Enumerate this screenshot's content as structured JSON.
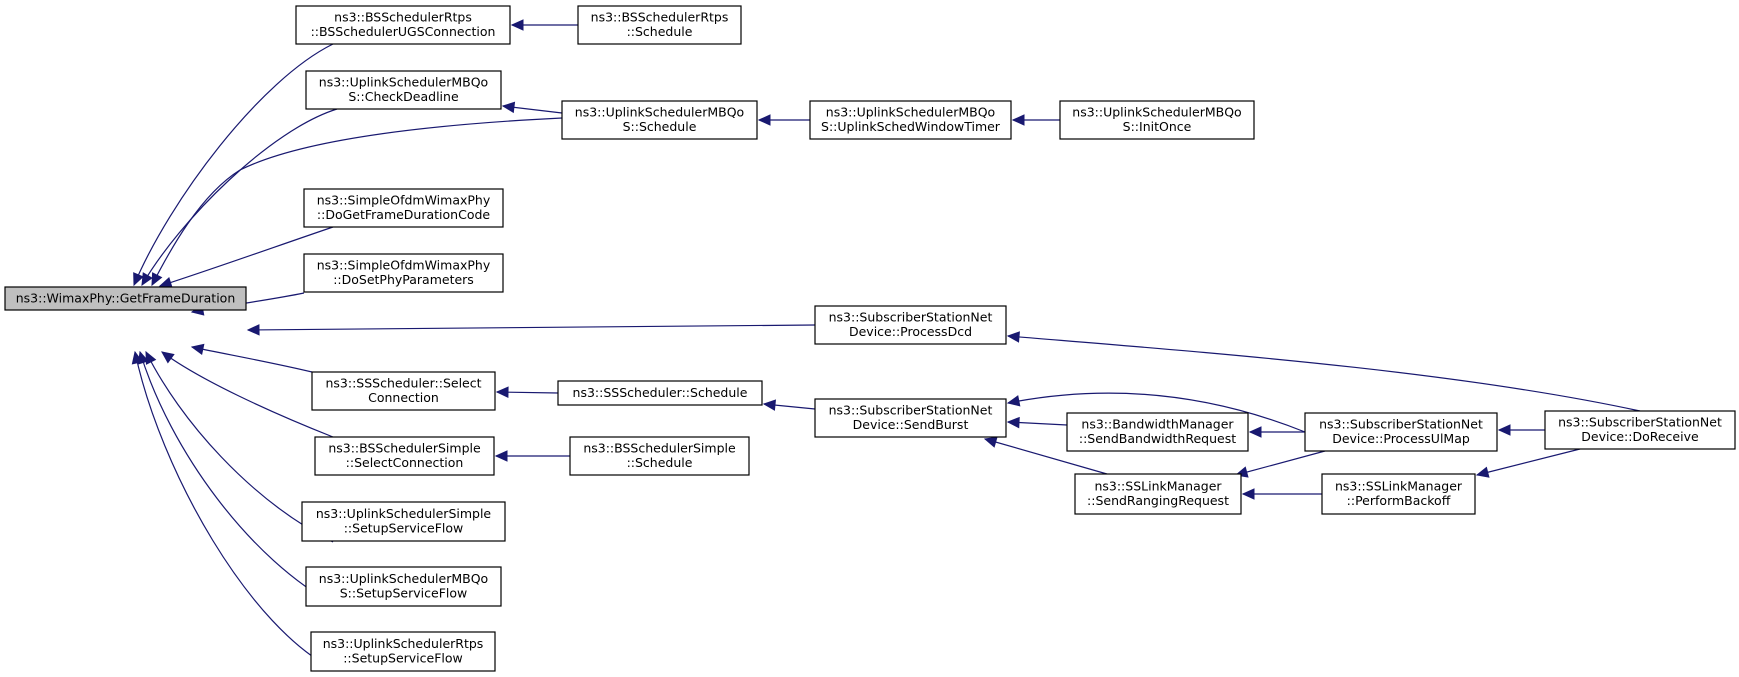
{
  "graph": {
    "nodes": [
      {
        "id": "root",
        "lines": [
          "ns3::WimaxPhy::GetFrameDuration"
        ],
        "root": true
      },
      {
        "id": "bsrtps_ugs",
        "lines": [
          "ns3::BSSchedulerRtps",
          "::BSSchedulerUGSConnection"
        ]
      },
      {
        "id": "bsrtps_sched",
        "lines": [
          "ns3::BSSchedulerRtps",
          "::Schedule"
        ]
      },
      {
        "id": "mbqos_deadline",
        "lines": [
          "ns3::UplinkSchedulerMBQo",
          "S::CheckDeadline"
        ]
      },
      {
        "id": "mbqos_sched",
        "lines": [
          "ns3::UplinkSchedulerMBQo",
          "S::Schedule"
        ]
      },
      {
        "id": "mbqos_timer",
        "lines": [
          "ns3::UplinkSchedulerMBQo",
          "S::UplinkSchedWindowTimer"
        ]
      },
      {
        "id": "mbqos_init",
        "lines": [
          "ns3::UplinkSchedulerMBQo",
          "S::InitOnce"
        ]
      },
      {
        "id": "ofdm_code",
        "lines": [
          "ns3::SimpleOfdmWimaxPhy",
          "::DoGetFrameDurationCode"
        ]
      },
      {
        "id": "ofdm_params",
        "lines": [
          "ns3::SimpleOfdmWimaxPhy",
          "::DoSetPhyParameters"
        ]
      },
      {
        "id": "ss_dcd",
        "lines": [
          "ns3::SubscriberStationNet",
          "Device::ProcessDcd"
        ]
      },
      {
        "id": "sss_select",
        "lines": [
          "ns3::SSScheduler::Select",
          "Connection"
        ]
      },
      {
        "id": "sss_sched",
        "lines": [
          "ns3::SSScheduler::Schedule"
        ]
      },
      {
        "id": "ss_burst",
        "lines": [
          "ns3::SubscriberStationNet",
          "Device::SendBurst"
        ]
      },
      {
        "id": "bw_req",
        "lines": [
          "ns3::BandwidthManager",
          "::SendBandwidthRequest"
        ]
      },
      {
        "id": "ss_ulmap",
        "lines": [
          "ns3::SubscriberStationNet",
          "Device::ProcessUlMap"
        ]
      },
      {
        "id": "ss_receive",
        "lines": [
          "ns3::SubscriberStationNet",
          "Device::DoReceive"
        ]
      },
      {
        "id": "bssimple_select",
        "lines": [
          "ns3::BSSchedulerSimple",
          "::SelectConnection"
        ]
      },
      {
        "id": "bssimple_sched",
        "lines": [
          "ns3::BSSchedulerSimple",
          "::Schedule"
        ]
      },
      {
        "id": "link_ranging",
        "lines": [
          "ns3::SSLinkManager",
          "::SendRangingRequest"
        ]
      },
      {
        "id": "link_backoff",
        "lines": [
          "ns3::SSLinkManager",
          "::PerformBackoff"
        ]
      },
      {
        "id": "ulsimple_setup",
        "lines": [
          "ns3::UplinkSchedulerSimple",
          "::SetupServiceFlow"
        ]
      },
      {
        "id": "mbqos_setup",
        "lines": [
          "ns3::UplinkSchedulerMBQo",
          "S::SetupServiceFlow"
        ]
      },
      {
        "id": "ulrtps_setup",
        "lines": [
          "ns3::UplinkSchedulerRtps",
          "::SetupServiceFlow"
        ]
      }
    ],
    "edges": [
      {
        "from": "bsrtps_ugs",
        "to": "root"
      },
      {
        "from": "mbqos_deadline",
        "to": "root"
      },
      {
        "from": "mbqos_sched",
        "to": "root"
      },
      {
        "from": "ofdm_code",
        "to": "root"
      },
      {
        "from": "ofdm_params",
        "to": "root"
      },
      {
        "from": "ss_dcd",
        "to": "root"
      },
      {
        "from": "sss_select",
        "to": "root"
      },
      {
        "from": "bssimple_select",
        "to": "root"
      },
      {
        "from": "ulsimple_setup",
        "to": "root"
      },
      {
        "from": "mbqos_setup",
        "to": "root"
      },
      {
        "from": "ulrtps_setup",
        "to": "root"
      },
      {
        "from": "bsrtps_sched",
        "to": "bsrtps_ugs"
      },
      {
        "from": "mbqos_sched",
        "to": "mbqos_deadline"
      },
      {
        "from": "mbqos_timer",
        "to": "mbqos_sched"
      },
      {
        "from": "mbqos_init",
        "to": "mbqos_timer"
      },
      {
        "from": "sss_sched",
        "to": "sss_select"
      },
      {
        "from": "ss_burst",
        "to": "sss_sched"
      },
      {
        "from": "ss_ulmap",
        "to": "ss_burst"
      },
      {
        "from": "bw_req",
        "to": "ss_burst"
      },
      {
        "from": "link_ranging",
        "to": "ss_burst"
      },
      {
        "from": "ss_ulmap",
        "to": "bw_req"
      },
      {
        "from": "ss_receive",
        "to": "ss_ulmap"
      },
      {
        "from": "ss_ulmap",
        "to": "link_ranging"
      },
      {
        "from": "link_backoff",
        "to": "link_ranging"
      },
      {
        "from": "ss_receive",
        "to": "link_backoff"
      },
      {
        "from": "ss_receive",
        "to": "ss_dcd"
      },
      {
        "from": "bssimple_sched",
        "to": "bssimple_select"
      }
    ]
  },
  "colors": {
    "edge": "#191970",
    "root_fill": "#bfbfbf",
    "node_fill": "#ffffff",
    "node_border": "#000000"
  }
}
